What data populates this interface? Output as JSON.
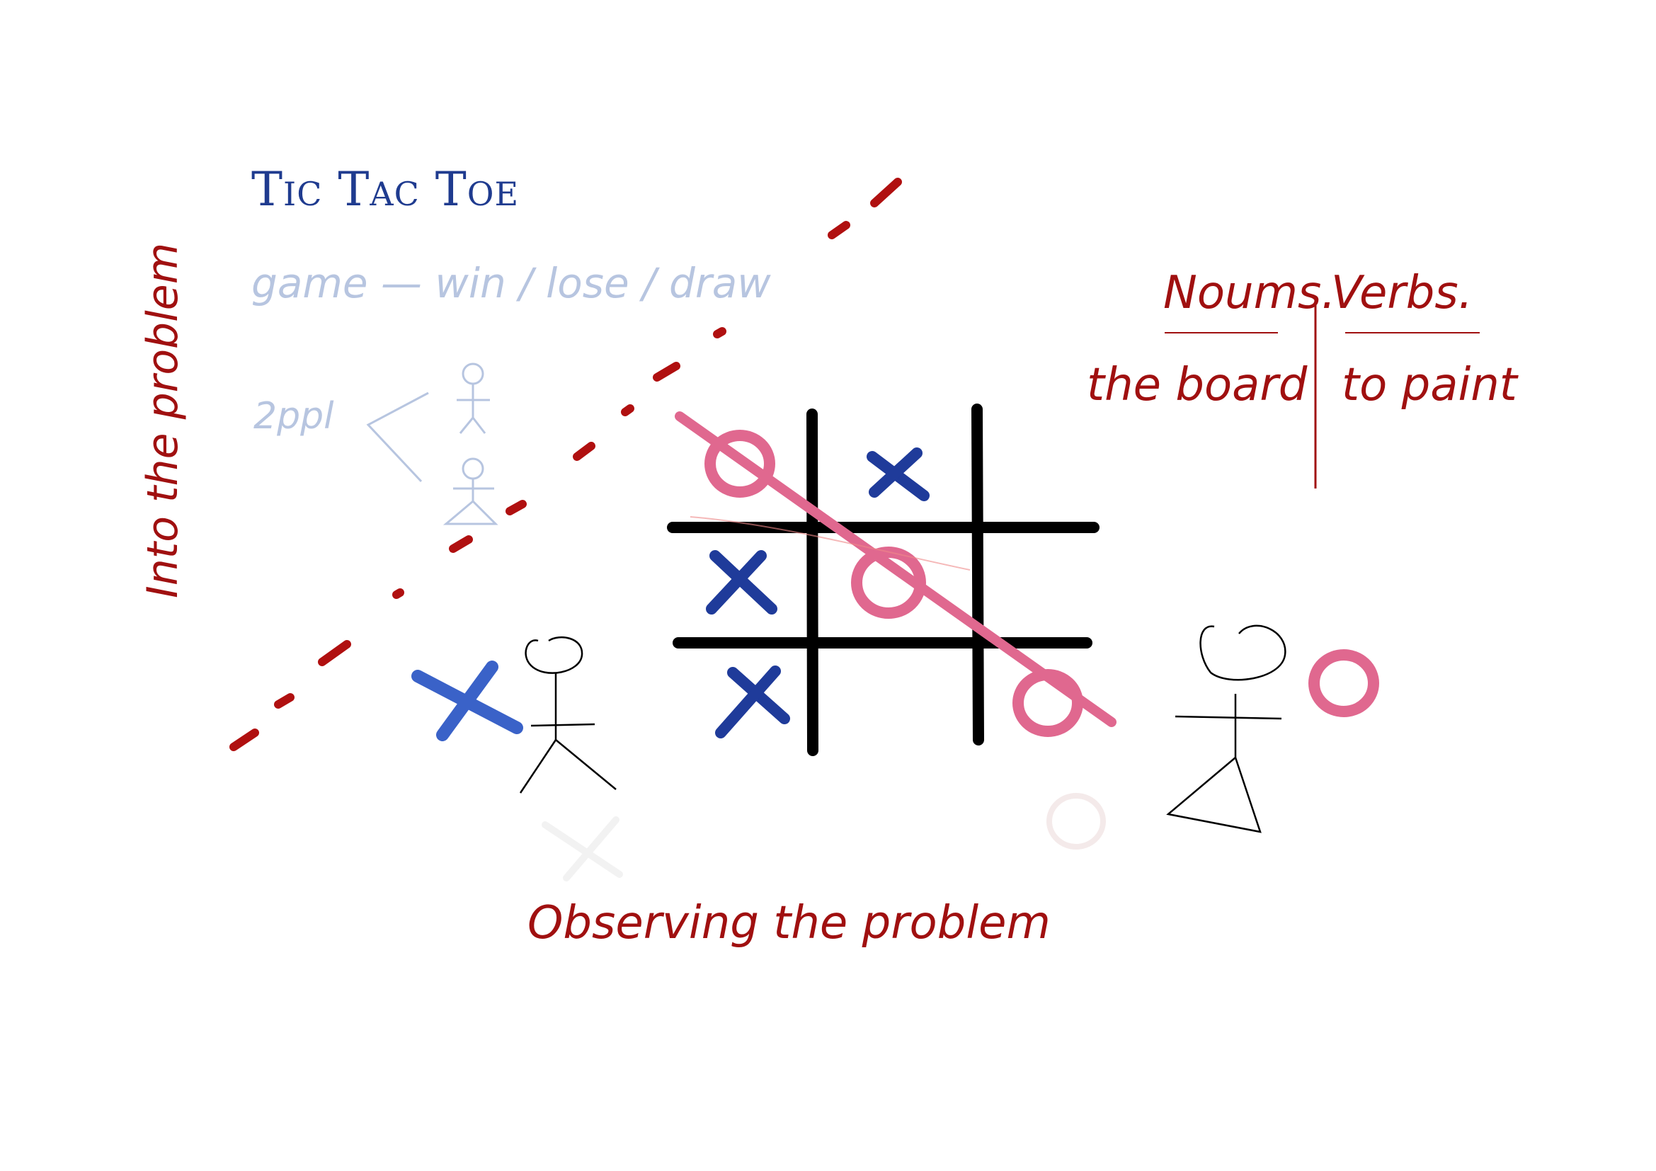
{
  "title": "Tic Tac Toe",
  "faint_notes": {
    "line1": "game — win / lose / draw",
    "line2": "2ppl"
  },
  "labels": {
    "into_problem": "Into the problem",
    "observing_problem": "Observing the problem"
  },
  "table": {
    "nouns_header": "Noums.",
    "verbs_header": "Verbs.",
    "noun_1": "the board",
    "verb_1": "to paint"
  },
  "board": {
    "cells": [
      [
        "O",
        "X",
        ""
      ],
      [
        "X",
        "O",
        ""
      ],
      [
        "X",
        "",
        "O"
      ]
    ],
    "winning_line": "diagonal top-left to bottom-right"
  },
  "colors": {
    "red_text": "#a01010",
    "blue_title": "#1f3b8f",
    "x_blue": "#1f3b9a",
    "x_blue_light": "#3a62c8",
    "o_pink": "#e0688f",
    "grid_black": "#000000",
    "faint_blue": "#b7c5e0",
    "dash_red": "#b01010"
  }
}
